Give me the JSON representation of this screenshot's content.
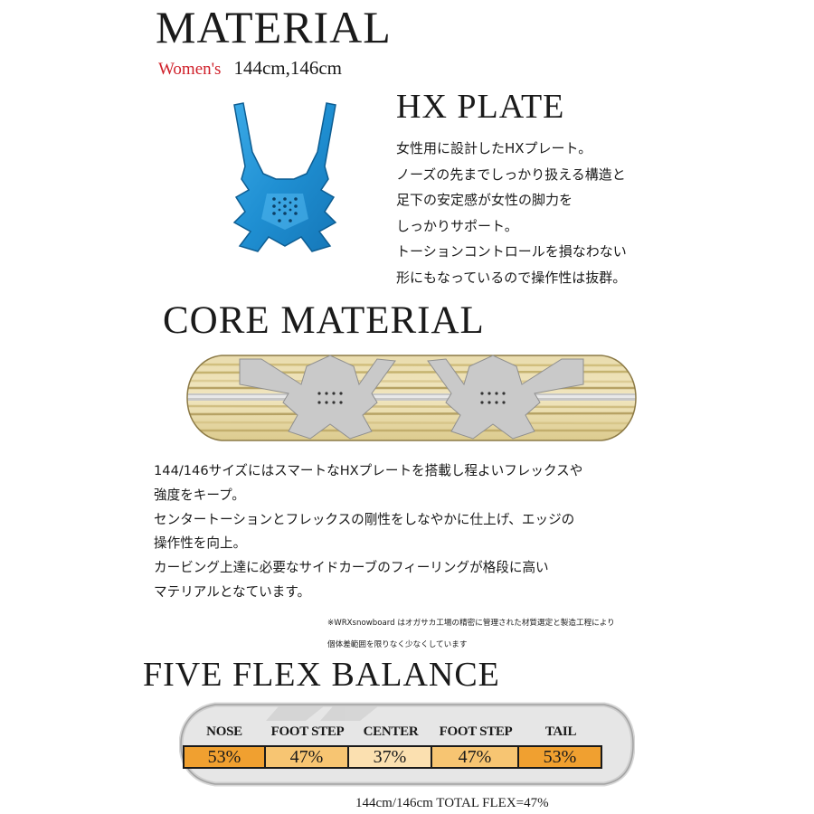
{
  "material": {
    "title": "MATERIAL",
    "women_label": "Women's",
    "sizes": "144cm,146cm"
  },
  "hx_plate": {
    "title": "HX PLATE",
    "lines": [
      "女性用に設計したHXプレート。",
      "ノーズの先までしっかり扱える構造と",
      "足下の安定感が女性の脚力を",
      "しっかりサポート。",
      "トーションコントロールを損なわない",
      "形にもなっているので操作性は抜群。"
    ],
    "plate_color": "#2596d6"
  },
  "core_material": {
    "title": "CORE MATERIAL",
    "lines": [
      "144/146サイズにはスマートなHXプレートを搭載し程よいフレックスや",
      "強度をキープ。",
      "センタートーションとフレックスの剛性をしなやかに仕上げ、エッジの",
      "操作性を向上。",
      "カービング上達に必要なサイドカーブのフィーリングが格段に高い",
      "マテリアルとなています。"
    ],
    "note_lines": [
      "※WRXsnowboard はオガサカ工場の精密に管理された材質選定と製造工程により",
      "個体差範囲を限りなく少なくしています"
    ]
  },
  "five_flex": {
    "title": "FIVE FLEX BALANCE",
    "columns": [
      {
        "label": "NOSE",
        "value": "53%",
        "color": "#f0a030"
      },
      {
        "label": "FOOT STEP",
        "value": "47%",
        "color": "#f7c572"
      },
      {
        "label": "CENTER",
        "value": "37%",
        "color": "#fbe0b0"
      },
      {
        "label": "FOOT STEP",
        "value": "47%",
        "color": "#f7c572"
      },
      {
        "label": "TAIL",
        "value": "53%",
        "color": "#f0a030"
      }
    ],
    "total": "144cm/146cm TOTAL FLEX=47%"
  }
}
